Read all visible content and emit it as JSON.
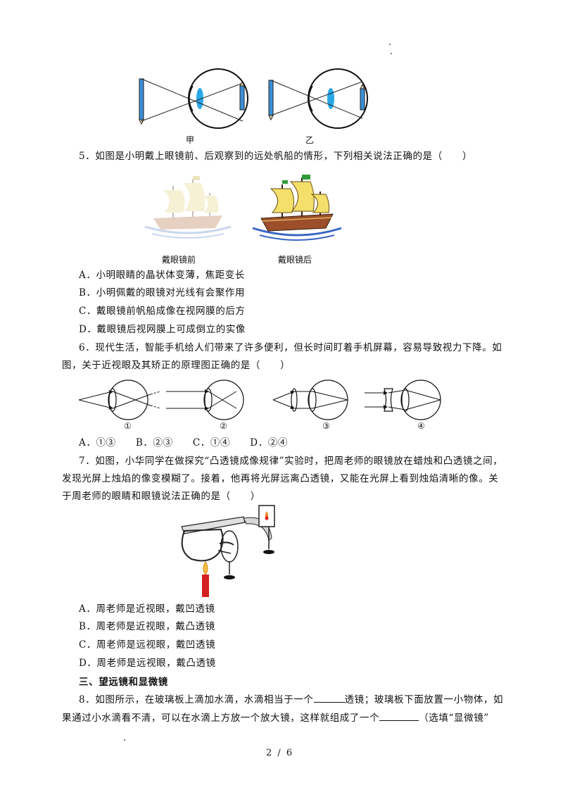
{
  "eye_figures": {
    "left_label": "甲",
    "right_label": "乙"
  },
  "q5": {
    "stem": "5．如图是小明戴上眼镜前、后观察到的远处帆船的情形，下列相关说法正确的是（　　）",
    "caption_before": "戴眼镜前",
    "caption_after": "戴眼镜后",
    "options": [
      "A．小明眼睛的晶状体变薄，焦距变长",
      "B．小明佩戴的眼镜对光线有会聚作用",
      "C．戴眼镜前帆船成像在视网膜的后方",
      "D．戴眼镜后视网膜上可成倒立的实像"
    ]
  },
  "q6": {
    "stem_line1": "6．现代生活，智能手机给人们带来了许多便利，但长时间盯着手机屏幕，容易导致视力下降。如",
    "stem_line2": "图，关于近视眼及其矫正的原理图正确的是（　　）",
    "diagram_labels": [
      "①",
      "②",
      "③",
      "④"
    ],
    "options": "A．①③　　B．②③　　C．①④　　D．②④"
  },
  "q7": {
    "stem_line1": "7．如图，小华同学在做探究“凸透镜成像规律”实验时，把周老师的眼镜放在蜡烛和凸透镜之间，",
    "stem_line2": "发现光屏上烛焰的像变模糊了。接着，他再将光屏远离凸透镜，又能在光屏上看到烛焰清晰的像。关",
    "stem_line3": "于周老师的眼睛和眼镜说法正确的是（　　）",
    "options": [
      "A．周老师是近视眼，戴凹透镜",
      "B．周老师是近视眼，戴凸透镜",
      "C．周老师是远视眼，戴凹透镜",
      "D．周老师是远视眼，戴凸透镜"
    ]
  },
  "section3": {
    "title": "三、望远镜和显微镜"
  },
  "q8": {
    "line1_a": "8．如图所示，在玻璃板上滴加水滴，水滴相当于一个",
    "line1_b": "透镜；玻璃板下面放置一小物体，如",
    "line2_a": "果通过小水滴看不清，可以在水滴上方放一个放大镜，这样就组成了一个",
    "line2_b": "（选填“显微镜”"
  },
  "footer": {
    "page_number": "2 / 6"
  }
}
